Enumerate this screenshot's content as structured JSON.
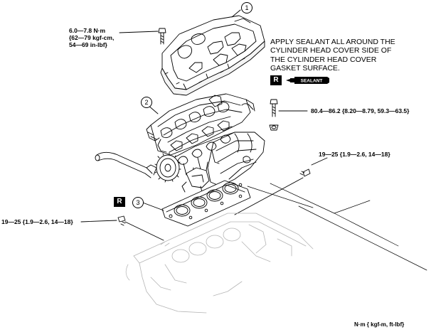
{
  "callouts": {
    "one": "1",
    "two": "2",
    "three": "3"
  },
  "torque": {
    "cover_bolt": {
      "line1": "6.0—7.8 N·m",
      "line2": "{62—79 kgf-cm,",
      "line3": "54—69 in-lbf}"
    },
    "upper_right": "80.4—86.2 {8.20—8.79, 59.3—63.5}",
    "right_stud": "19—25 {1.9—2.6, 14—18}",
    "left_stud": "19—25 {1.9—2.6, 14—18}"
  },
  "note": {
    "line1": "APPLY SEALANT ALL AROUND THE",
    "line2": "CYLINDER   HEAD COVER SIDE OF",
    "line3": "THE CYLINDER HEAD COVER",
    "line4": "GASKET SURFACE."
  },
  "badges": {
    "replace_top": "R",
    "replace_gasket": "R",
    "sealant": "SEALANT"
  },
  "units": "N·m { kgf-m, ft-lbf}"
}
